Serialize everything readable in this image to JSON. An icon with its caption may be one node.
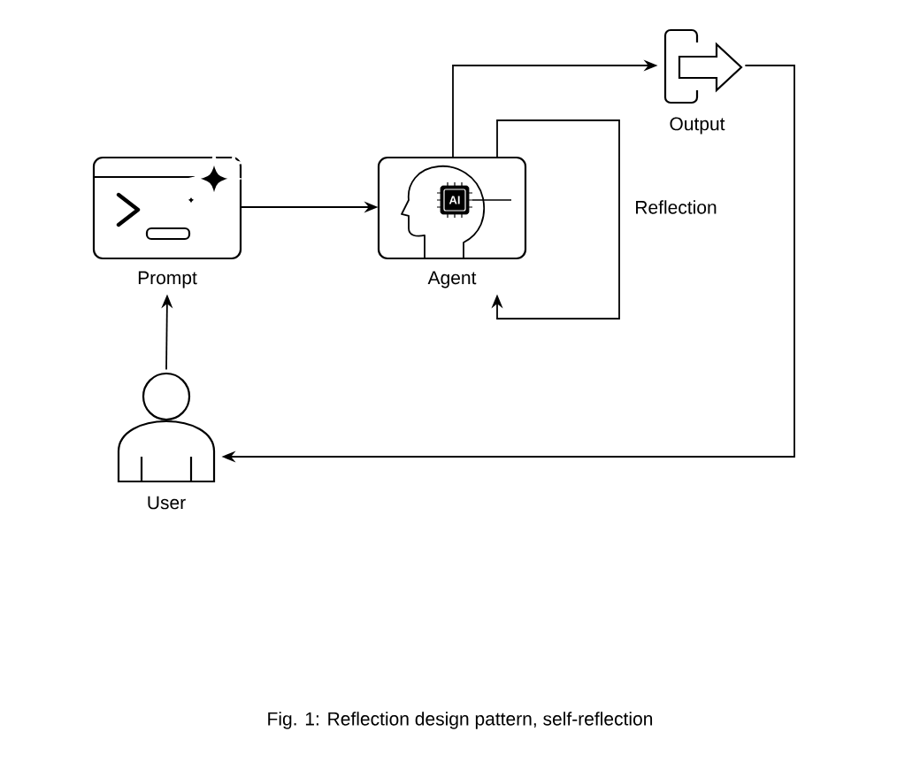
{
  "diagram": {
    "caption": "Fig. 1: Reflection design pattern, self-reflection",
    "nodes": [
      {
        "text": [
          "Prompt"
        ]
      },
      {
        "text": [
          "Agent"
        ]
      },
      {
        "text": [
          "Output"
        ]
      },
      {
        "text": [
          "User"
        ]
      }
    ],
    "edges": [
      {
        "from": 3,
        "to": 0,
        "arrow": "to"
      },
      {
        "from": 0,
        "to": 1,
        "arrow": "to"
      },
      {
        "from": 1,
        "to": 2,
        "arrow": "to"
      },
      {
        "from": 1,
        "to": 1,
        "arrow": "to",
        "label": "Reflection"
      },
      {
        "from": 2,
        "to": 3,
        "arrow": "to"
      }
    ],
    "labels": [
      "AI"
    ]
  }
}
